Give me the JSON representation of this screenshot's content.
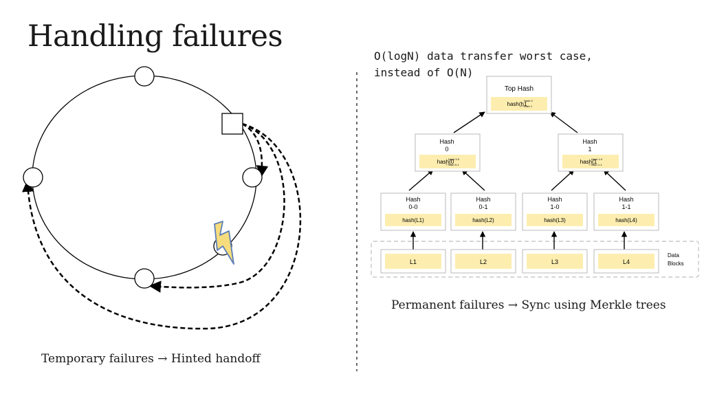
{
  "title": "Handling failures",
  "left": {
    "caption": "Temporary failures → Hinted handoff"
  },
  "right": {
    "note_line1": "O(logN) data transfer worst case,",
    "note_line2": "instead of O(N)",
    "caption": "Permanent failures → Sync using Merkle trees",
    "tree": {
      "top": {
        "label": "Top Hash",
        "inner": "hash(h1",
        "tiny1": "Hash 0",
        "tiny2": "+ Hash 1"
      },
      "h0": {
        "label1": "Hash",
        "label2": "0",
        "inner": "hash(0",
        "tiny1": "Hash 0-0",
        "tiny2": "+ Hash 0-1"
      },
      "h1": {
        "label1": "Hash",
        "label2": "1",
        "inner": "hash(1",
        "tiny1": "Hash 1-0",
        "tiny2": "+ Hash 1-1"
      },
      "leaves_hash": [
        {
          "label1": "Hash",
          "label2": "0-0",
          "inner": "hash(L1)"
        },
        {
          "label1": "Hash",
          "label2": "0-1",
          "inner": "hash(L2)"
        },
        {
          "label1": "Hash",
          "label2": "1-0",
          "inner": "hash(L3)"
        },
        {
          "label1": "Hash",
          "label2": "1-1",
          "inner": "hash(L4)"
        }
      ],
      "blocks": [
        "L1",
        "L2",
        "L3",
        "L4"
      ],
      "data_blocks_line1": "Data",
      "data_blocks_line2": "Blocks"
    }
  },
  "colors": {
    "yellow": "#fdeeb0",
    "box_border": "#b9b9b9",
    "lightning_fill": "#f6dc7c",
    "lightning_stroke": "#5b7fb8"
  }
}
